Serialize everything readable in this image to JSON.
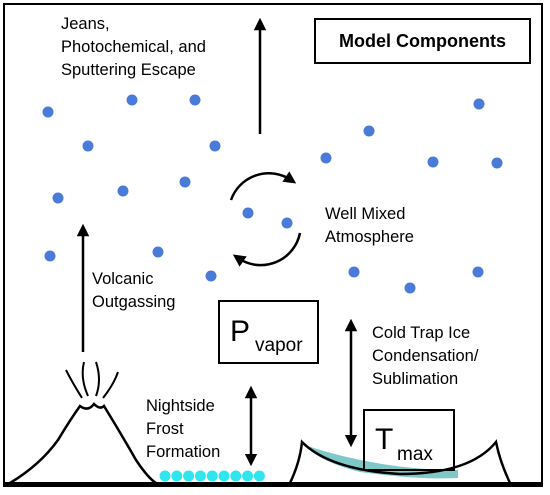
{
  "title": "Model Components",
  "labels": {
    "escape": [
      "Jeans,",
      "Photochemical, and",
      "Sputtering Escape"
    ],
    "well_mixed": [
      "Well Mixed",
      "Atmosphere"
    ],
    "volcanic": [
      "Volcanic",
      "Outgassing"
    ],
    "cold_trap": [
      "Cold Trap Ice",
      "Condensation/",
      "Sublimation"
    ],
    "nightside": [
      "Nightside",
      "Frost",
      "Formation"
    ]
  },
  "symbols": {
    "pvapor_main": "P",
    "pvapor_sub": "vapor",
    "tmax_main": "T",
    "tmax_sub": "max"
  },
  "colors": {
    "molecule": "#4A7BD8",
    "frost": "#2FE5EE",
    "ice": "#7EC8C8",
    "line": "#000000"
  }
}
